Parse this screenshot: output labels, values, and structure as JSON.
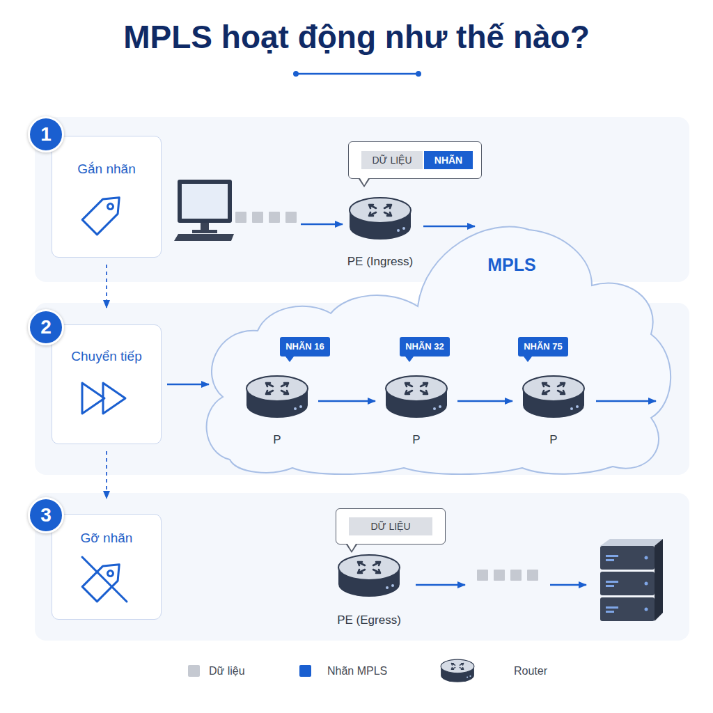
{
  "diagram": {
    "title": "MPLS hoạt động như thế nào?",
    "nodes": [
      {
        "text": [
          "1"
        ]
      },
      {
        "text": [
          "Gắn nhãn"
        ]
      },
      {
        "text": [
          "DỮ LIỆU",
          "NHÃN"
        ]
      },
      {
        "text": [
          "PE (Ingress)"
        ]
      },
      {
        "text": [
          "MPLS"
        ]
      },
      {
        "text": [
          "2"
        ]
      },
      {
        "text": [
          "Chuyển tiếp"
        ]
      },
      {
        "text": [
          "NHÃN 16"
        ],
        "in": 4
      },
      {
        "text": [
          "P"
        ],
        "in": 4
      },
      {
        "text": [
          "NHÃN 32"
        ],
        "in": 4
      },
      {
        "text": [
          "P"
        ],
        "in": 4
      },
      {
        "text": [
          "NHÃN 75"
        ],
        "in": 4
      },
      {
        "text": [
          "P"
        ],
        "in": 4
      },
      {
        "text": [
          "3"
        ]
      },
      {
        "text": [
          "Gỡ nhãn"
        ]
      },
      {
        "text": [
          "DỮ LIỆU"
        ]
      },
      {
        "text": [
          "PE (Egress)"
        ]
      }
    ],
    "edges": [
      {
        "from": 1,
        "to": 6,
        "arrow": "to"
      },
      {
        "from": 6,
        "to": 14,
        "arrow": "to"
      },
      {
        "from": 6,
        "to": 4,
        "arrow": "to"
      },
      {
        "from": 8,
        "to": 10,
        "arrow": "to"
      },
      {
        "from": 10,
        "to": 12,
        "arrow": "to"
      }
    ],
    "legend": [
      {
        "text": "Dữ liệu",
        "color": "#c5c9d1"
      },
      {
        "text": "Nhãn MPLS",
        "color": "#1a5fd0"
      },
      {
        "text": "Router"
      }
    ]
  }
}
